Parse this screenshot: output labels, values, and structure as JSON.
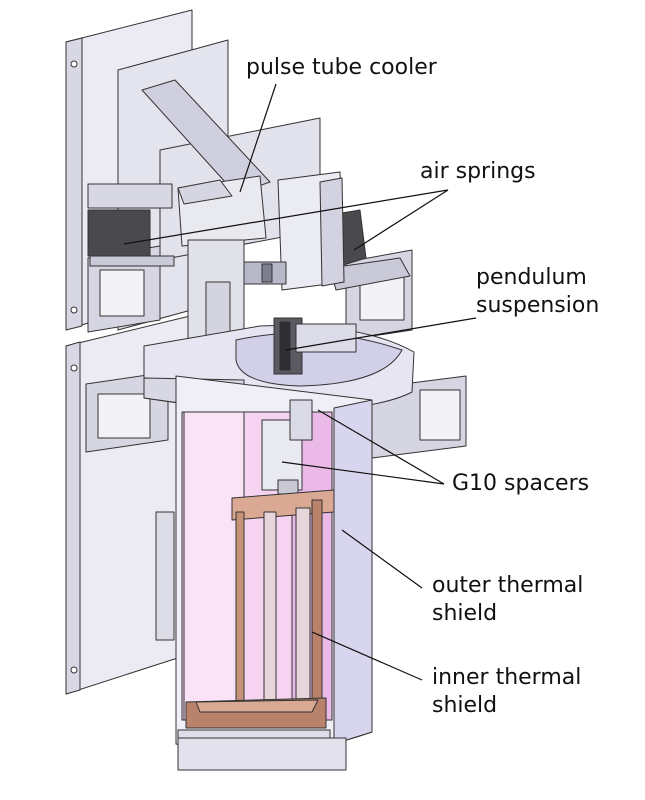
{
  "labels": {
    "pulse_tube_cooler": "pulse tube cooler",
    "air_springs": "air springs",
    "pendulum_suspension_1": "pendulum",
    "pendulum_suspension_2": "suspension",
    "g10_spacers": "G10 spacers",
    "outer_shield_1": "outer thermal",
    "outer_shield_2": "shield",
    "inner_shield_1": "inner thermal",
    "inner_shield_2": "shield"
  },
  "colors": {
    "metal_light": "#e7e7ee",
    "metal_mid": "#cfd0dc",
    "metal_dark": "#a9abbd",
    "lavender": "#c9c8e6",
    "pink_shield": "#f6d4f1",
    "pink_shield_dark": "#e9b6e6",
    "copper": "#d9a993",
    "copper_dark": "#b9826b",
    "rubber": "#4a4a4e",
    "edge": "#333333"
  }
}
